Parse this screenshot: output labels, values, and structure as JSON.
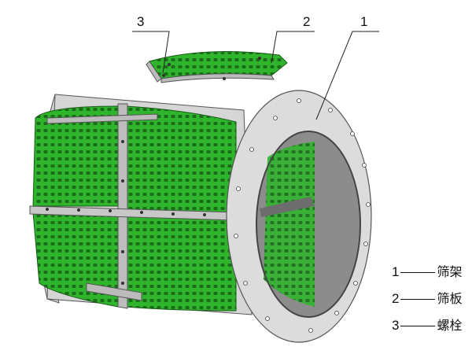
{
  "callouts": {
    "c1": "1",
    "c2": "2",
    "c3": "3"
  },
  "legend": [
    {
      "num": "1",
      "label": "筛架"
    },
    {
      "num": "2",
      "label": "筛板"
    },
    {
      "num": "3",
      "label": "螺栓"
    }
  ],
  "colors": {
    "panel": "#2fb52c",
    "slot": "#1b6d1b",
    "frame": "#d9d9d9",
    "frame_edge": "#555555",
    "inner": "#8a8a8a"
  }
}
